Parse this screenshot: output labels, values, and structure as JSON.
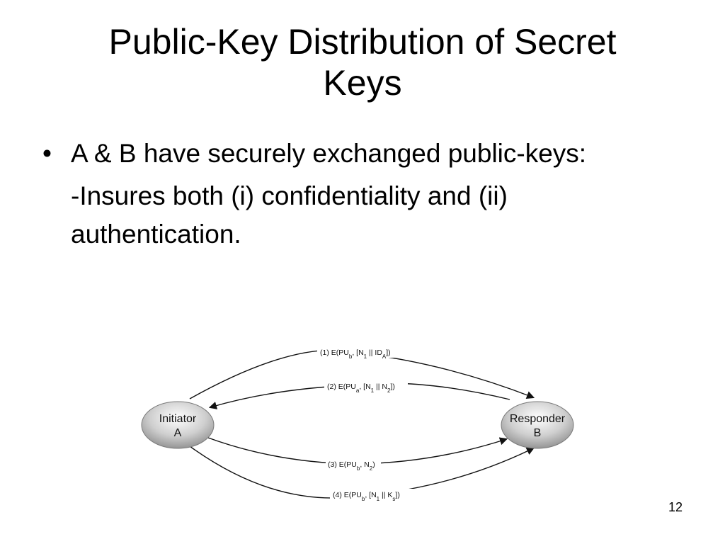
{
  "slide": {
    "title_line1": "Public-Key Distribution of Secret",
    "title_line2": "Keys",
    "bullet": "A & B have securely exchanged public-keys:",
    "bullet_symbol": "•",
    "sub_bullet": "-Insures both (i) confidentiality and (ii) authentication.",
    "page_number": "12"
  },
  "diagram": {
    "initiator": {
      "line1": "Initiator",
      "line2": "A"
    },
    "responder": {
      "line1": "Responder",
      "line2": "B"
    },
    "messages": [
      {
        "step": "(1)",
        "prefix": "E(PU",
        "sub1": "b",
        "mid": ", [N",
        "sub2": "1",
        "mid2": " || ID",
        "sub3": "A",
        "suffix": "])",
        "direction": "A-to-B"
      },
      {
        "step": "(2)",
        "prefix": "E(PU",
        "sub1": "a",
        "mid": ", [N",
        "sub2": "1",
        "mid2": " || N",
        "sub3": "2",
        "suffix": "])",
        "direction": "B-to-A"
      },
      {
        "step": "(3)",
        "prefix": "E(PU",
        "sub1": "b",
        "mid": ", N",
        "sub2": "2",
        "mid2": "",
        "sub3": "",
        "suffix": ")",
        "direction": "A-to-B"
      },
      {
        "step": "(4)",
        "prefix": "E(PU",
        "sub1": "b",
        "mid": ", [N",
        "sub2": "1",
        "mid2": " || K",
        "sub3": "s",
        "suffix": "])",
        "direction": "A-to-B"
      }
    ]
  }
}
